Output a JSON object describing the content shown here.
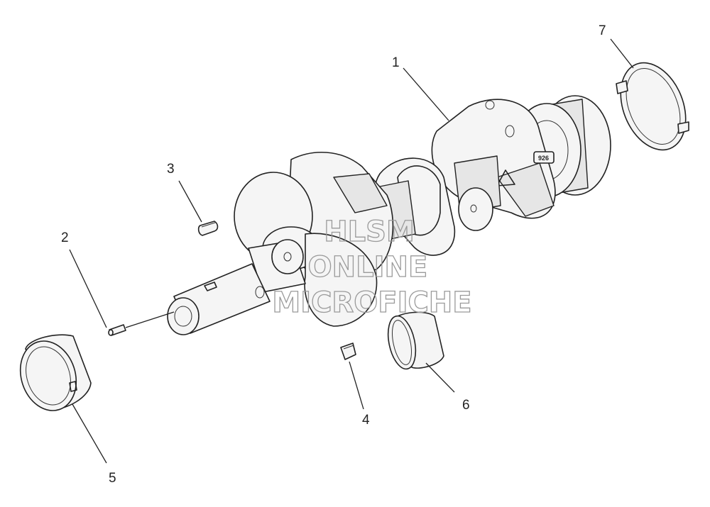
{
  "callouts": [
    {
      "id": "1",
      "label": "1"
    },
    {
      "id": "2",
      "label": "2"
    },
    {
      "id": "3",
      "label": "3"
    },
    {
      "id": "4",
      "label": "4"
    },
    {
      "id": "5",
      "label": "5"
    },
    {
      "id": "6",
      "label": "6"
    },
    {
      "id": "7",
      "label": "7"
    }
  ],
  "crank_stamp": "926",
  "watermark": {
    "line1": "HLSM",
    "line2": "ONLINE",
    "line3": "MICROFICHE"
  }
}
